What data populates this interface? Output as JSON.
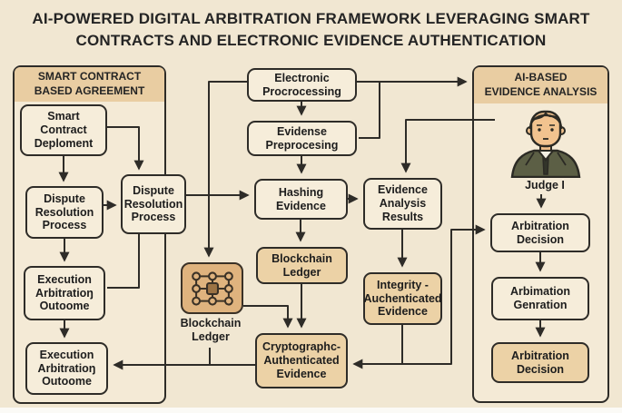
{
  "title": "AI-POWERED DIGITAL ARBITRATION FRAMEWORK LEVERAGING SMART\nCONTRACTS AND ELECTRONIC EVIDENCE AUTHENTICATION",
  "left_panel": {
    "header": "SMART CONTRACT\nBASED AGREEMENT",
    "nodes": {
      "smart_contract": "Smart Contract Deploment",
      "dispute_left": "Dispute Resolution Process",
      "dispute_right": "Dispute Resolution Process",
      "execution_top": "Execution Arbitratioŋ Outoome",
      "execution_bottom": "Execution Arbitratioŋ Outoome"
    }
  },
  "pipeline": {
    "electronic_processing": "Electronic Procrocessing",
    "evidence_preprocessing": "Evidense Preprocesing",
    "hashing_evidence": "Hashing Evidence",
    "evidence_analysis_results": "Evidence Analysis Results",
    "blockchain_ledger_box": "Blockchain Ledger",
    "blockchain_icon_label": "Blockchain Ledger",
    "integrity_authenticated": "Integrity - Auchenticated Evidence",
    "crypto_authenticated": "Cryptographc- Authenticated Evidence"
  },
  "right_panel": {
    "header": "AI-BASED\nEVIDENCE ANALYSIS",
    "judge_label": "Judge I",
    "nodes": {
      "arbitration_decision_top": "Arbitration Decision",
      "arbimation_genration": "Arbimation Genration",
      "arbitration_decision_bottom": "Arbitration Decision"
    }
  },
  "colors": {
    "background": "#f1e7d2",
    "panel_fill": "#f4ead6",
    "header_band": "#e9cda2",
    "box_cream": "#f6edda",
    "box_tan": "#ecd2a6",
    "icon_fill": "#dfb37e",
    "line": "#2e2c28"
  }
}
